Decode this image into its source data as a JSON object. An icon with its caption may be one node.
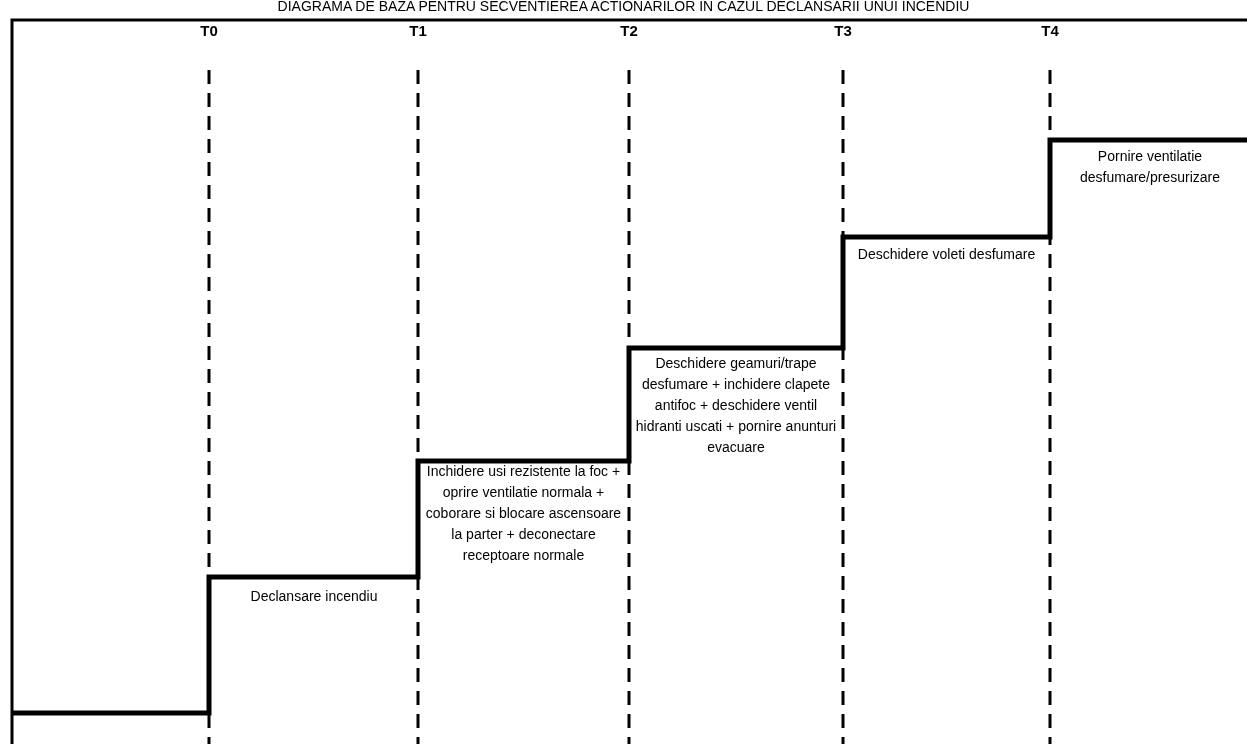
{
  "diagram": {
    "title": "DIAGRAMA DE BAZA PENTRU SECVENTIEREA ACTIONARILOR IN CAZUL DECLANSARII UNUI INCENDIU",
    "labels": [
      "T0",
      "T1",
      "T2",
      "T3",
      "T4",
      "Declansare incendiu",
      "Inchidere usi rezistente la foc + oprire ventilatie normala + coborare si blocare ascensoare la parter + deconectare receptoare normale",
      "Deschidere geamuri/trape desfumare + inchidere clapete antifoc + deschidere ventil hidranti uscati + pornire anunturi evacuare",
      "Deschidere voleti desfumare",
      "Pornire ventilatie desfumare/presurizare"
    ]
  }
}
